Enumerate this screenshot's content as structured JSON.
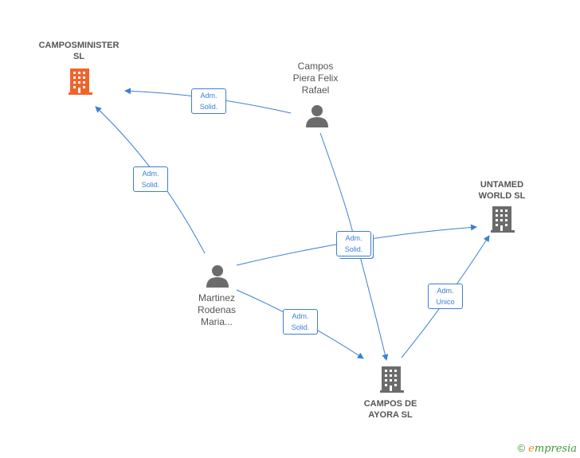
{
  "nodes": {
    "camposminister": {
      "label_line1": "CAMPOSMINISTER",
      "label_line2": "SL",
      "color": "#f0642c"
    },
    "campos_piera": {
      "label_line1": "Campos",
      "label_line2": "Piera Felix",
      "label_line3": "Rafael"
    },
    "untamed": {
      "label_line1": "UNTAMED",
      "label_line2": "WORLD  SL"
    },
    "martinez": {
      "label_line1": "Martinez",
      "label_line2": "Rodenas",
      "label_line3": "Maria..."
    },
    "campos_ayora": {
      "label_line1": "CAMPOS DE",
      "label_line2": "AYORA  SL"
    }
  },
  "edges": {
    "piera_to_camposminister": {
      "line1": "Adm.",
      "line2": "Solid."
    },
    "martinez_to_camposminister": {
      "line1": "Adm.",
      "line2": "Solid."
    },
    "shared_to_untamed_and_ayora": {
      "line1": "Adm.",
      "line2": "Solid."
    },
    "martinez_to_ayora": {
      "line1": "Adm.",
      "line2": "Solid."
    },
    "ayora_to_untamed": {
      "line1": "Adm.",
      "line2": "Unico"
    }
  },
  "colors": {
    "edge": "#3b7fd4",
    "company_icon": "#6b6b6b",
    "person_icon": "#6b6b6b",
    "highlight_company": "#f0642c"
  },
  "brand": {
    "copyright": "©",
    "e": "e",
    "rest": "mpresia"
  }
}
